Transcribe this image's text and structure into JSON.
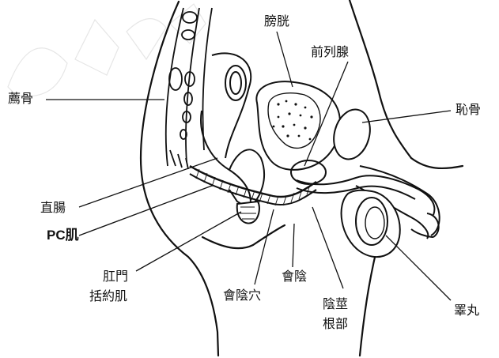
{
  "labels": {
    "sacrum": "薦骨",
    "bladder": "膀胱",
    "prostate": "前列腺",
    "pubis": "恥骨",
    "rectum": "直腸",
    "pc_muscle": "PC肌",
    "anal_sphincter_line1": "肛門",
    "anal_sphincter_line2": "括約肌",
    "perineum": "會陰",
    "perineal_region": "會陰穴",
    "penile_root_line1": "陰莖",
    "penile_root_line2": "根部",
    "testis": "睪丸"
  },
  "watermark_text": "Dr.TM"
}
